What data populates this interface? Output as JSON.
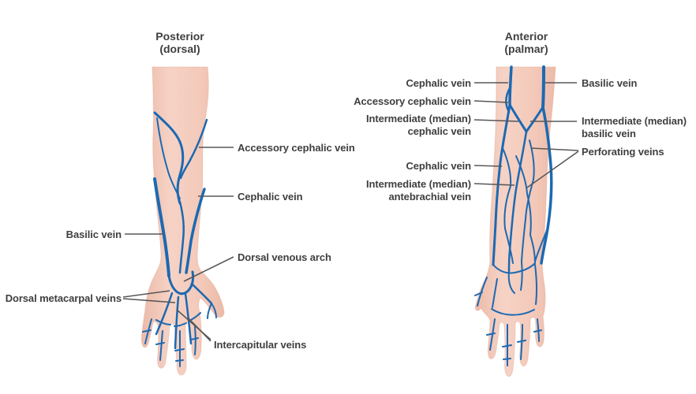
{
  "left_panel": {
    "title": "Posterior\n(dorsal)",
    "labels": {
      "accessory_cephalic": "Accessory cephalic vein",
      "cephalic": "Cephalic vein",
      "basilic": "Basilic vein",
      "dorsal_venous_arch": "Dorsal venous arch",
      "dorsal_metacarpal": "Dorsal metacarpal veins",
      "intercapitular": "Intercapitular veins"
    }
  },
  "right_panel": {
    "title": "Anterior\n(palmar)",
    "labels": {
      "cephalic_upper": "Cephalic vein",
      "accessory_cephalic": "Accessory cephalic vein",
      "intermediate_cephalic": "Intermediate (median)\ncephalic vein",
      "cephalic_lower": "Cephalic vein",
      "intermediate_antebrachial": "Intermediate (median)\nantebrachial vein",
      "basilic": "Basilic vein",
      "intermediate_basilic": "Intermediate (median)\nbasilic vein",
      "perforating": "Perforating veins"
    }
  },
  "colors": {
    "skin": "#f3c8b8",
    "skin_edge": "#ecbaa9",
    "vein": "#1c69b2",
    "leader_line": "#57585a",
    "label_text": "#3f3f41",
    "background": "#ffffff"
  }
}
